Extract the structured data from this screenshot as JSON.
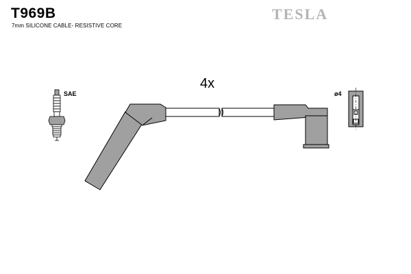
{
  "header": {
    "part_number": "T969B",
    "description": "7mm SILICONE CABLE- RESISTIVE CORE",
    "brand": "TESLA"
  },
  "diagram": {
    "quantity_label": "4x",
    "plug_standard_label": "SAE",
    "terminal_diameter_label": "ø4"
  },
  "colors": {
    "part_fill": "#a0a0a0",
    "outline": "#000000",
    "brand": "#b4b4b4"
  }
}
